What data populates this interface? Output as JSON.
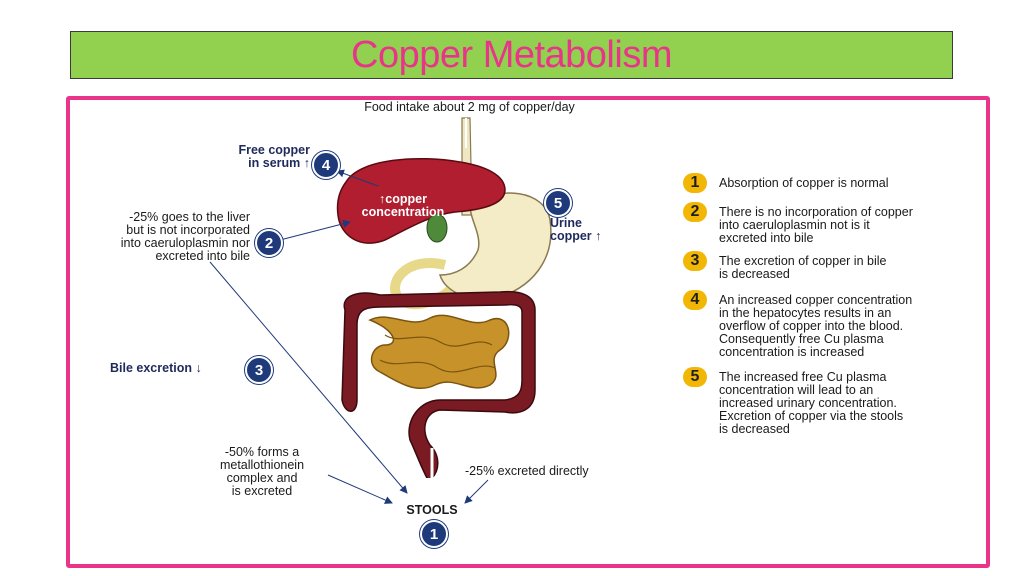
{
  "title": "Copper Metabolism",
  "diagram": {
    "food_intake": "Food intake about 2 mg of copper/day",
    "free_copper_line1": "Free copper",
    "free_copper_line2": "in serum ↑",
    "liver_label_line1": "↑copper",
    "liver_label_line2": "concentration",
    "liver_pct_line1": "-25% goes to the liver",
    "liver_pct_line2": "but is not incorporated",
    "liver_pct_line3": "into caeruloplasmin nor",
    "liver_pct_line4": "excreted into bile",
    "urine_line1": "Urine",
    "urine_line2": "copper ↑",
    "bile_excretion": "Bile excretion ↓",
    "metallo_line1": "-50% forms a",
    "metallo_line2": "metallothionein",
    "metallo_line3": "complex and",
    "metallo_line4": "is excreted",
    "direct": "-25% excreted directly",
    "stools": "STOOLS",
    "badges": [
      "1",
      "2",
      "3",
      "4",
      "5"
    ]
  },
  "legend": [
    {
      "num": "1",
      "lines": [
        "Absorption of copper is normal"
      ]
    },
    {
      "num": "2",
      "lines": [
        "There is no incorporation of copper",
        "into caeruloplasmin not is it",
        "excreted into bile"
      ]
    },
    {
      "num": "3",
      "lines": [
        "The excretion of copper in bile",
        "is decreased"
      ]
    },
    {
      "num": "4",
      "lines": [
        "An increased copper concentration",
        "in the hepatocytes results in an",
        "overflow of copper into the blood.",
        "Consequently free Cu plasma",
        "concentration is increased"
      ]
    },
    {
      "num": "5",
      "lines": [
        "The increased free Cu plasma",
        "concentration will lead to an",
        "increased urinary concentration.",
        "Excretion of copper via the stools",
        "is decreased"
      ]
    }
  ],
  "colors": {
    "title_bar": "#92d050",
    "title_text": "#e8358a",
    "frame": "#e8358a",
    "badge": "#1f3a7a",
    "legend_badge": "#f2b705",
    "liver": "#b01e2f",
    "colon": "#7a1a22",
    "small_intestine": "#c8922a",
    "stomach": "#f3ecc6"
  }
}
